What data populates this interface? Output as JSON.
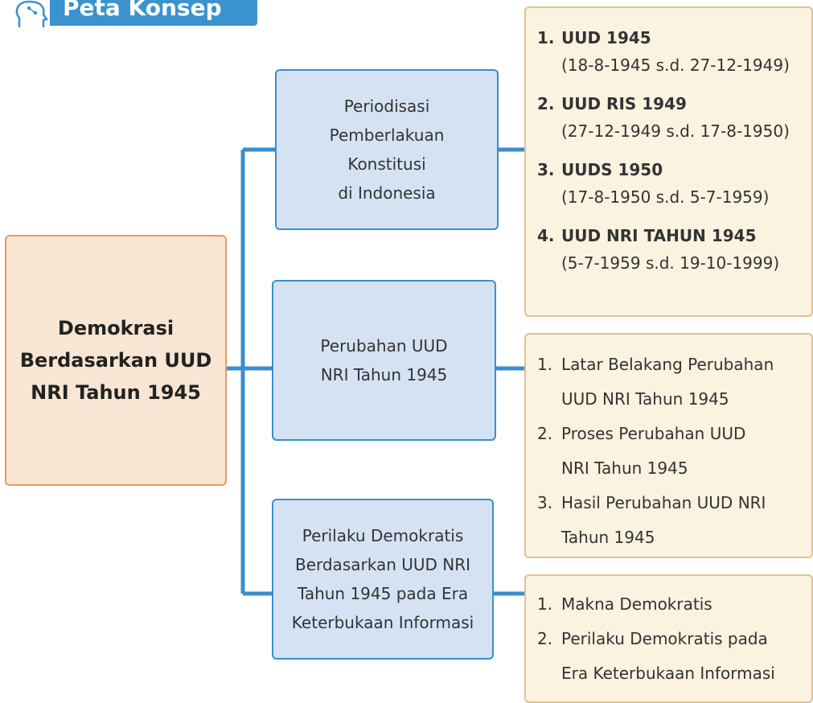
{
  "header": {
    "title": "Peta Konsep",
    "icon": "head-network-icon"
  },
  "root": {
    "lines": [
      "Demokrasi",
      "Berdasarkan UUD",
      "NRI Tahun 1945"
    ]
  },
  "branches": [
    {
      "label_lines": [
        "Periodisasi",
        "Pemberlakuan",
        "Konstitusi",
        "di Indonesia"
      ],
      "details": [
        {
          "num": "1.",
          "title": "UUD 1945",
          "period": "(18-8-1945 s.d. 27-12-1949)"
        },
        {
          "num": "2.",
          "title": "UUD RIS 1949",
          "period": "(27-12-1949 s.d. 17-8-1950)"
        },
        {
          "num": "3.",
          "title": "UUDS 1950",
          "period": "(17-8-1950 s.d. 5-7-1959)"
        },
        {
          "num": "4.",
          "title": "UUD NRI TAHUN 1945",
          "period": "(5-7-1959 s.d. 19-10-1999)"
        }
      ]
    },
    {
      "label_lines": [
        "Perubahan UUD",
        "NRI Tahun 1945"
      ],
      "details": [
        {
          "num": "1.",
          "lines": [
            "Latar Belakang Perubahan",
            "UUD NRI Tahun 1945"
          ]
        },
        {
          "num": "2.",
          "lines": [
            "Proses Perubahan UUD",
            "NRI Tahun 1945"
          ]
        },
        {
          "num": "3.",
          "lines": [
            "Hasil Perubahan UUD NRI",
            "Tahun 1945"
          ]
        }
      ]
    },
    {
      "label_lines": [
        "Perilaku Demokratis",
        "Berdasarkan UUD NRI",
        "Tahun 1945 pada Era",
        "Keterbukaan Informasi"
      ],
      "details": [
        {
          "num": "1.",
          "lines": [
            "Makna Demokratis"
          ]
        },
        {
          "num": "2.",
          "lines": [
            "Perilaku Demokratis pada",
            "Era Keterbukaan Informasi"
          ]
        }
      ]
    }
  ]
}
